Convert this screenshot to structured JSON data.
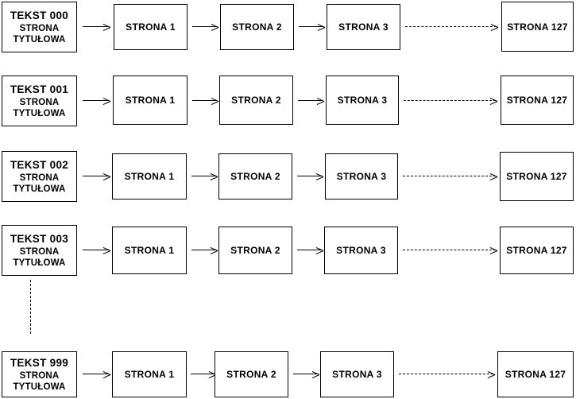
{
  "diagram": {
    "type": "flow-diagram",
    "language": "pl",
    "title_box_sub_line1": "STRONA",
    "title_box_sub_line2": "TYTUŁOWA",
    "rows": [
      {
        "id": "row-000",
        "title": "TEKST 000",
        "sub1": "STRONA",
        "sub2": "TYTUŁOWA",
        "pages": [
          "STRONA 1",
          "STRONA 2",
          "STRONA 3",
          "STRONA 127"
        ],
        "connectors": [
          "solid",
          "solid",
          "solid",
          "dashed"
        ]
      },
      {
        "id": "row-001",
        "title": "TEKST 001",
        "sub1": "STRONA",
        "sub2": "TYTUŁOWA",
        "pages": [
          "STRONA 1",
          "STRONA 2",
          "STRONA 3",
          "STRONA 127"
        ],
        "connectors": [
          "solid",
          "solid",
          "solid",
          "dashed"
        ]
      },
      {
        "id": "row-002",
        "title": "TEKST 002",
        "sub1": "STRONA",
        "sub2": "TYTUŁOWA",
        "pages": [
          "STRONA 1",
          "STRONA 2",
          "STRONA 3",
          "STRONA 127"
        ],
        "connectors": [
          "solid",
          "solid",
          "solid",
          "dashed"
        ]
      },
      {
        "id": "row-003",
        "title": "TEKST 003",
        "sub1": "STRONA",
        "sub2": "TYTUŁOWA",
        "pages": [
          "STRONA 1",
          "STRONA 2",
          "STRONA 3",
          "STRONA 127"
        ],
        "connectors": [
          "solid",
          "solid",
          "solid",
          "dashed"
        ]
      },
      {
        "id": "row-999",
        "title": "TEKST 999",
        "sub1": "STRONA",
        "sub2": "TYTUŁOWA",
        "pages": [
          "STRONA 1",
          "STRONA 2",
          "STRONA 3",
          "STRONA 127"
        ],
        "connectors": [
          "solid",
          "solid",
          "solid",
          "dashed"
        ]
      }
    ],
    "vertical_ellipsis": {
      "style": "dashed",
      "meaning": "continuation between TEKST 003 and TEKST 999"
    },
    "colors": {
      "stroke": "#000000",
      "background": "#ffffff",
      "text": "#000000"
    }
  }
}
